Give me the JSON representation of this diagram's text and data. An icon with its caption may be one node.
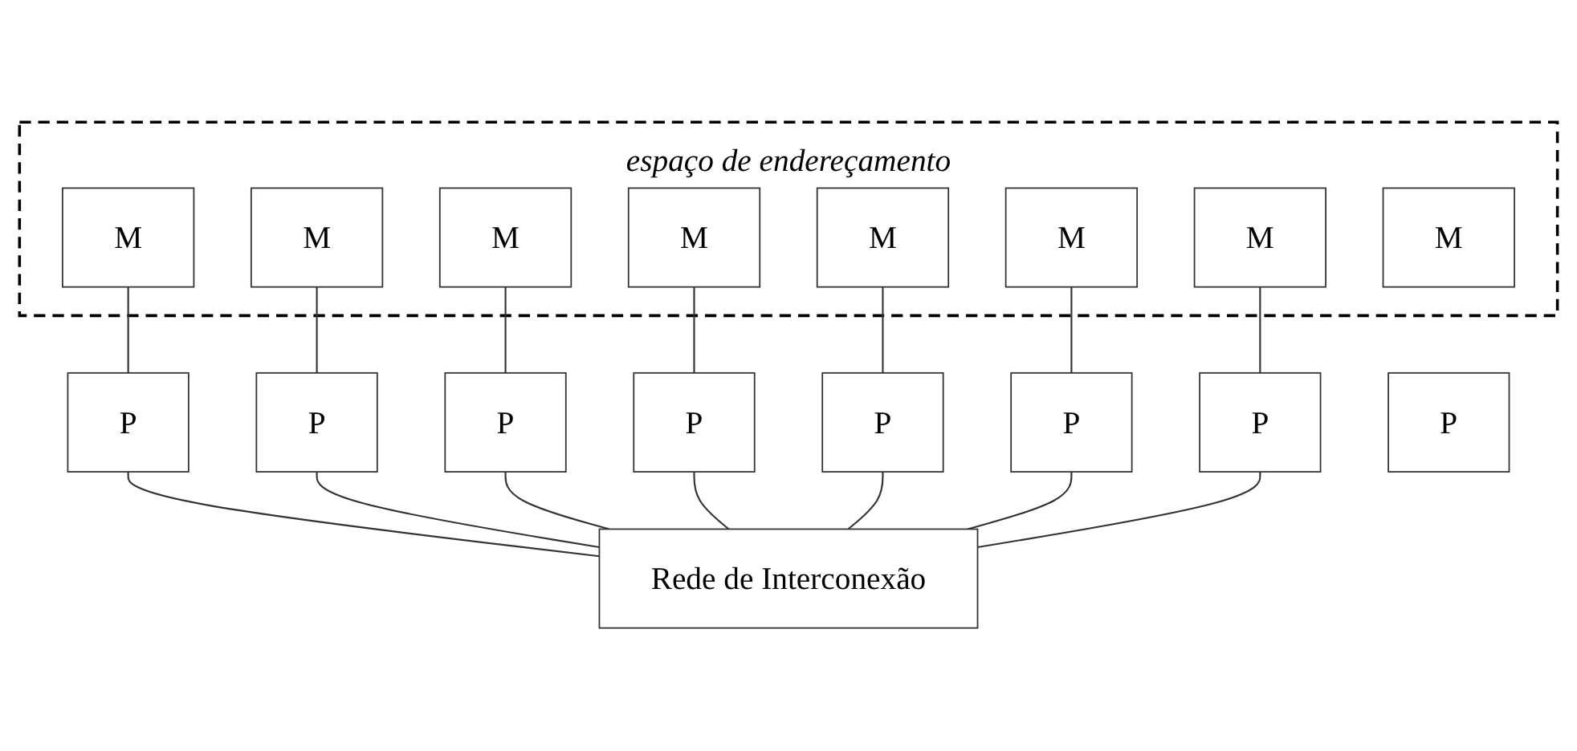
{
  "diagram": {
    "nodes": [
      {
        "text": [
          "espaço de endereçamento"
        ]
      },
      {
        "text": [
          "M"
        ],
        "in": 0
      },
      {
        "text": [
          "M"
        ],
        "in": 0
      },
      {
        "text": [
          "M"
        ],
        "in": 0
      },
      {
        "text": [
          "M"
        ],
        "in": 0
      },
      {
        "text": [
          "M"
        ],
        "in": 0
      },
      {
        "text": [
          "M"
        ],
        "in": 0
      },
      {
        "text": [
          "M"
        ],
        "in": 0
      },
      {
        "text": [
          "M"
        ],
        "in": 0
      },
      {
        "text": [
          "P"
        ]
      },
      {
        "text": [
          "P"
        ]
      },
      {
        "text": [
          "P"
        ]
      },
      {
        "text": [
          "P"
        ]
      },
      {
        "text": [
          "P"
        ]
      },
      {
        "text": [
          "P"
        ]
      },
      {
        "text": [
          "P"
        ]
      },
      {
        "text": [
          "P"
        ]
      },
      {
        "text": [
          "Rede de Interconexão"
        ]
      }
    ],
    "edges": [
      {
        "from": 1,
        "to": 9,
        "arrow": "none"
      },
      {
        "from": 2,
        "to": 10,
        "arrow": "none"
      },
      {
        "from": 3,
        "to": 11,
        "arrow": "none"
      },
      {
        "from": 4,
        "to": 12,
        "arrow": "none"
      },
      {
        "from": 5,
        "to": 13,
        "arrow": "none"
      },
      {
        "from": 6,
        "to": 14,
        "arrow": "none"
      },
      {
        "from": 7,
        "to": 15,
        "arrow": "none"
      },
      {
        "from": 9,
        "to": 17,
        "arrow": "none"
      },
      {
        "from": 10,
        "to": 17,
        "arrow": "none"
      },
      {
        "from": 11,
        "to": 17,
        "arrow": "none"
      },
      {
        "from": 12,
        "to": 17,
        "arrow": "none"
      },
      {
        "from": 13,
        "to": 17,
        "arrow": "none"
      },
      {
        "from": 14,
        "to": 17,
        "arrow": "none"
      },
      {
        "from": 15,
        "to": 17,
        "arrow": "none"
      }
    ]
  }
}
